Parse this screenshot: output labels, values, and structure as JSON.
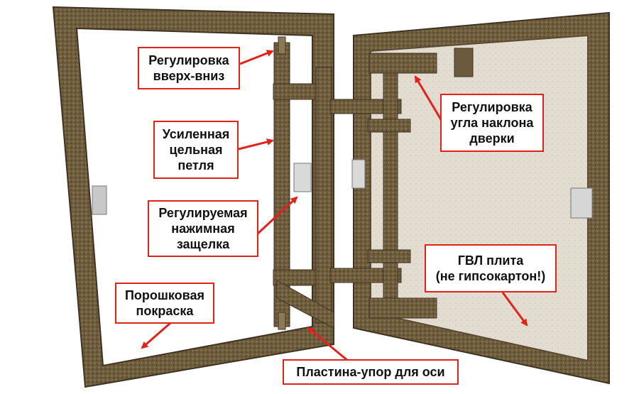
{
  "callouts": {
    "up_down_adjust": "Регулировка\nвверх-вниз",
    "reinforced_hinge": "Усиленная\nцельная\nпетля",
    "adjustable_latch": "Регулируемая\nнажимная\nзащелка",
    "powder_coating": "Порошковая\nпокраска",
    "axis_stop_plate": "Пластина-упор для оси",
    "door_tilt_adjust": "Регулировка\nугла наклона\nдверки",
    "gvl_panel": "ГВЛ плита\n(не гипсокартон!)"
  },
  "colors": {
    "callout_border": "#e0231b",
    "arrow": "#e0231b",
    "frame_metal": "#6b5a3c",
    "board": "#e4ddd2"
  }
}
